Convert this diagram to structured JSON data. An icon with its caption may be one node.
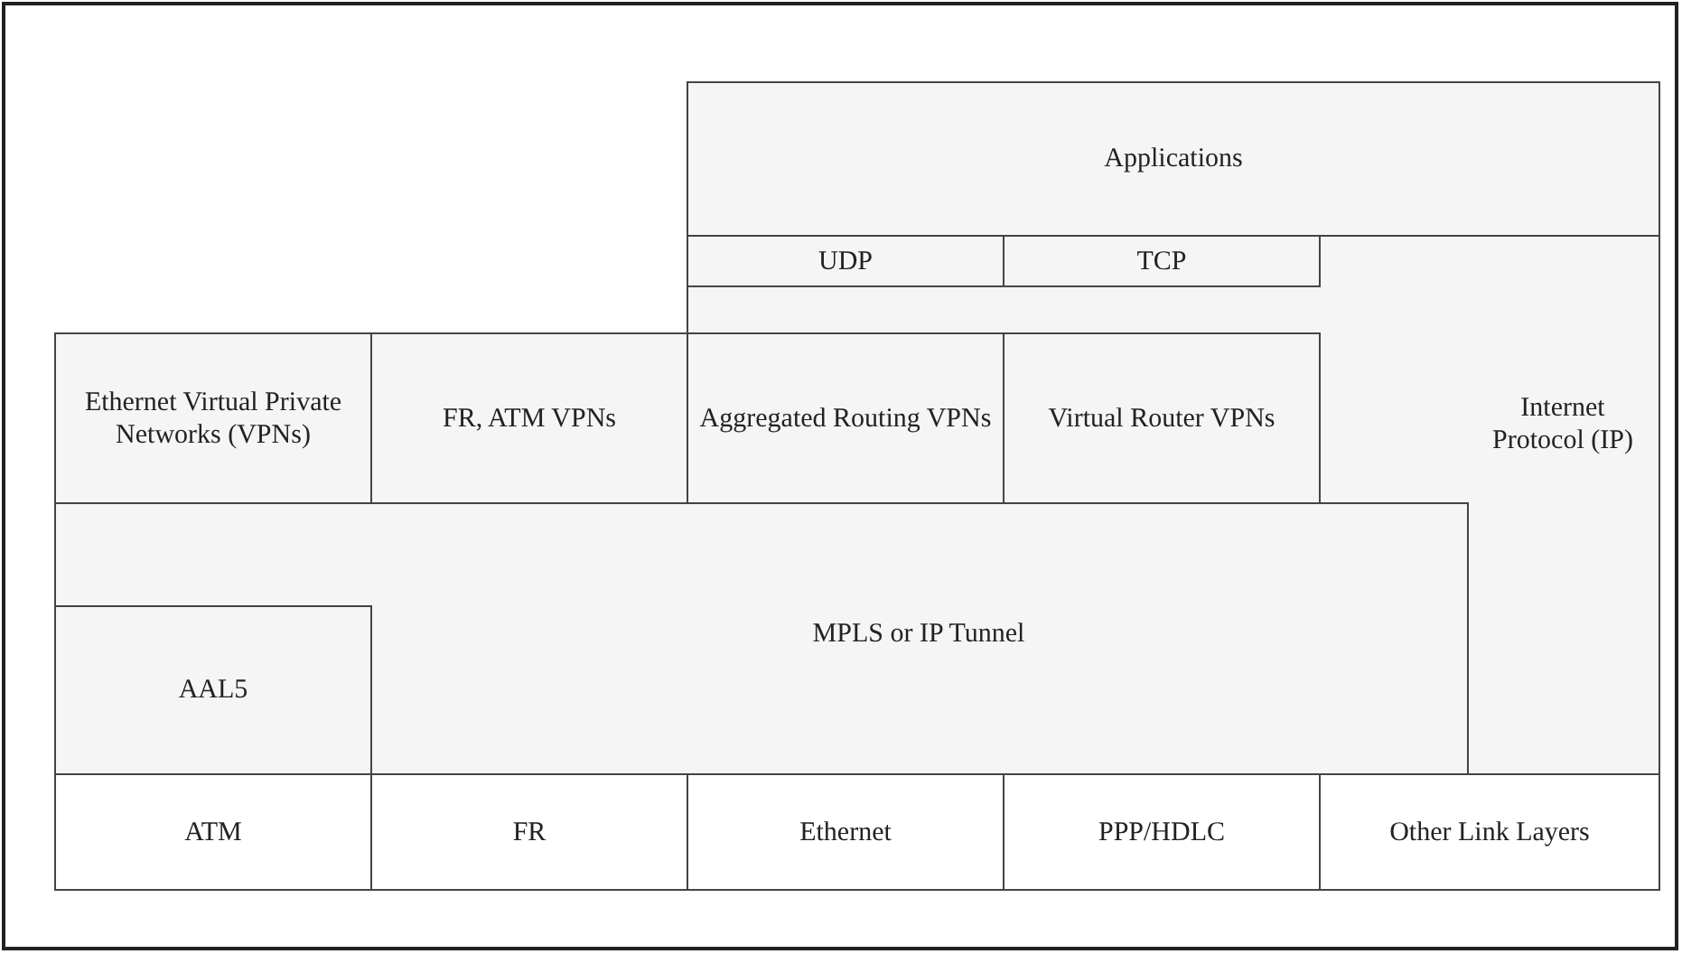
{
  "diagram": {
    "nodes": [
      {
        "text": [
          "Applications"
        ]
      },
      {
        "text": [
          "UDP"
        ]
      },
      {
        "text": [
          "TCP"
        ]
      },
      {
        "text": [
          "Ethernet Virtual Private Networks (VPNs)"
        ]
      },
      {
        "text": [
          "FR, ATM VPNs"
        ]
      },
      {
        "text": [
          "Aggregated Routing VPNs"
        ]
      },
      {
        "text": [
          "Virtual Router VPNs"
        ]
      },
      {
        "text": [
          "Internet Protocol (IP)"
        ]
      },
      {
        "text": [
          "MPLS or IP Tunnel"
        ]
      },
      {
        "text": [
          "AAL5"
        ]
      },
      {
        "text": [
          "ATM"
        ]
      },
      {
        "text": [
          "FR"
        ]
      },
      {
        "text": [
          "Ethernet"
        ]
      },
      {
        "text": [
          "PPP/HDLC"
        ]
      },
      {
        "text": [
          "Other Link Layers"
        ]
      }
    ]
  }
}
